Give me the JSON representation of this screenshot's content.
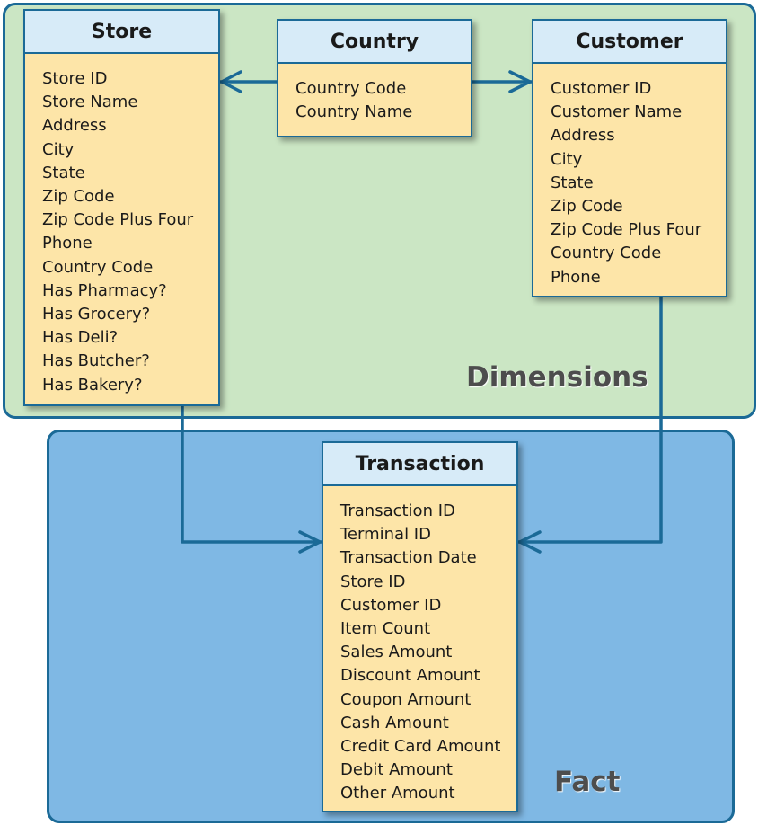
{
  "regions": {
    "dimensions": "Dimensions",
    "fact": "Fact"
  },
  "entities": {
    "store": {
      "title": "Store",
      "fields": [
        "Store ID",
        "Store Name",
        "Address",
        "City",
        "State",
        "Zip Code",
        "Zip Code Plus Four",
        "Phone",
        "Country Code",
        "Has Pharmacy?",
        "Has Grocery?",
        "Has Deli?",
        "Has Butcher?",
        "Has Bakery?"
      ]
    },
    "country": {
      "title": "Country",
      "fields": [
        "Country Code",
        "Country Name"
      ]
    },
    "customer": {
      "title": "Customer",
      "fields": [
        "Customer ID",
        "Customer Name",
        "Address",
        "City",
        "State",
        "Zip Code",
        "Zip Code Plus Four",
        "Country Code",
        "Phone"
      ]
    },
    "transaction": {
      "title": "Transaction",
      "fields": [
        "Transaction ID",
        "Terminal ID",
        "Transaction Date",
        "Store ID",
        "Customer ID",
        "Item Count",
        "Sales Amount",
        "Discount Amount",
        "Coupon Amount",
        "Cash Amount",
        "Credit Card Amount",
        "Debit Amount",
        "Other Amount"
      ]
    }
  },
  "relationships": [
    {
      "from": "country",
      "to": "store",
      "type": "one-to-many"
    },
    {
      "from": "country",
      "to": "customer",
      "type": "one-to-many"
    },
    {
      "from": "store",
      "to": "transaction",
      "type": "one-to-many"
    },
    {
      "from": "customer",
      "to": "transaction",
      "type": "one-to-many"
    }
  ],
  "colors": {
    "dimensions_fill": "#cbe6c4",
    "fact_fill": "#7fb8e4",
    "border": "#1b6a97",
    "entity_fill": "#fde5a8",
    "header_fill": "#d7ebf8",
    "region_label": "#4d4d4d"
  }
}
